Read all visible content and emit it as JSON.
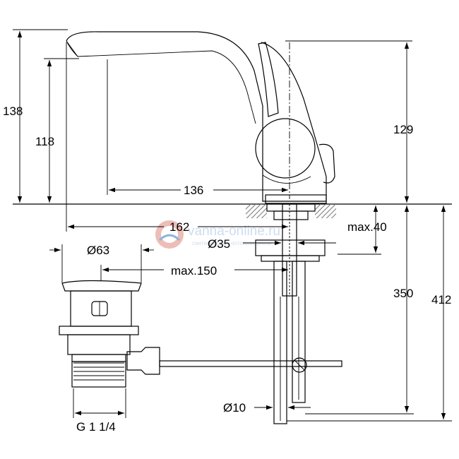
{
  "dimensions": {
    "height_total": "138",
    "height_spout": "118",
    "reach_136": "136",
    "reach_162": "162",
    "diameter_63": "Ø63",
    "diameter_35": "Ø35",
    "max_40": "max.40",
    "max_150": "max.150",
    "height_129": "129",
    "height_350": "350",
    "height_412": "412",
    "diameter_10": "Ø10",
    "thread": "G 1 1/4"
  },
  "watermark": {
    "brand": "vanna-online.ru",
    "tagline": "сантехника по оптовым ценам"
  }
}
